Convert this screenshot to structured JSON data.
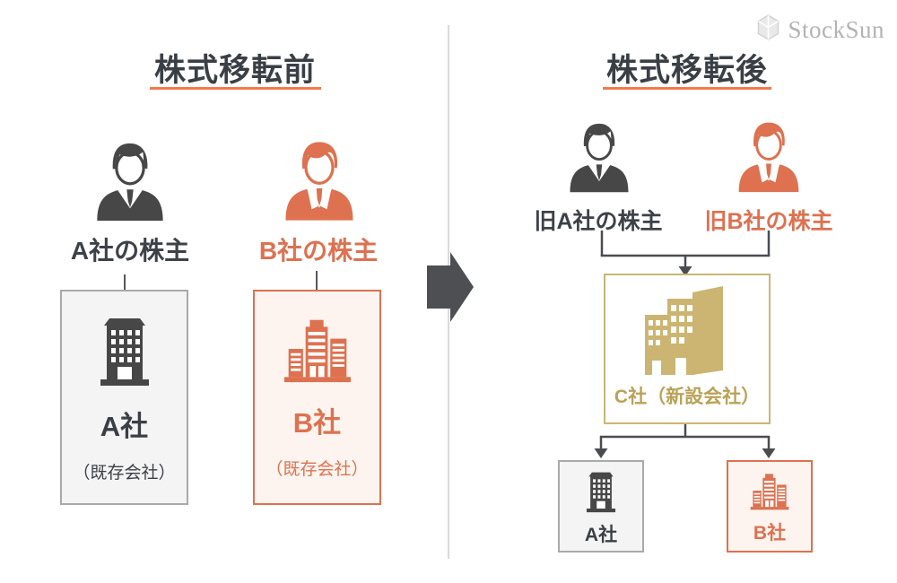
{
  "logo": {
    "text": "StockSun",
    "icon": "cube-icon"
  },
  "colors": {
    "dark": "#474747",
    "text_dark": "#3a3f46",
    "orange": "#DD7150",
    "orange_bg": "#FDF4EF",
    "underline": "#F4794E",
    "gold": "#CCB572",
    "gold_text": "#B9A257",
    "gray_box_bg": "#F4F4F4",
    "gray_box_border": "#A9A9A9",
    "divider": "#DADADA",
    "logo_gray": "#B3B3B3"
  },
  "left": {
    "title": "株式移転前",
    "shareholders": [
      {
        "label": "A社の株主",
        "icon": "businessman-icon",
        "color": "dark"
      },
      {
        "label": "B社の株主",
        "icon": "businessman-icon",
        "color": "orange"
      }
    ],
    "companies": [
      {
        "name": "A社",
        "note": "（既存会社）",
        "icon": "office-building-icon",
        "color": "dark"
      },
      {
        "name": "B社",
        "note": "（既存会社）",
        "icon": "city-buildings-icon",
        "color": "orange"
      }
    ]
  },
  "right": {
    "title": "株式移転後",
    "shareholders": [
      {
        "label": "旧A社の株主",
        "icon": "businessman-icon",
        "color": "dark"
      },
      {
        "label": "旧B社の株主",
        "icon": "businessman-icon",
        "color": "orange"
      }
    ],
    "new_company": {
      "label": "C社（新設会社）",
      "icon": "gold-buildings-icon"
    },
    "subsidiaries": [
      {
        "name": "A社",
        "icon": "office-building-icon",
        "color": "dark"
      },
      {
        "name": "B社",
        "icon": "city-buildings-icon",
        "color": "orange"
      }
    ]
  }
}
